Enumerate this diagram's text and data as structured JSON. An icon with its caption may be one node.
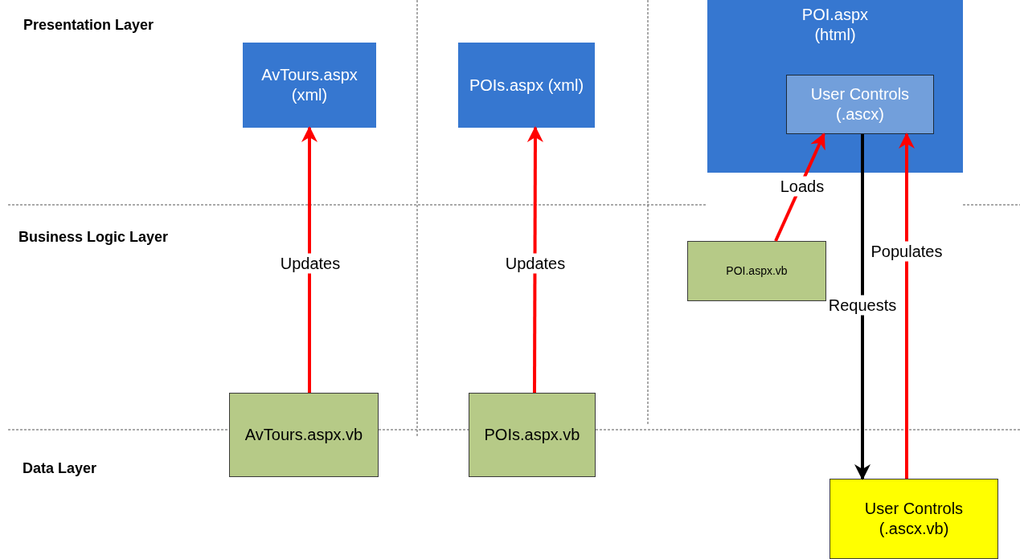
{
  "diagram": {
    "nodes": [
      {
        "text": [
          "AvTours.aspx (xml)"
        ]
      },
      {
        "text": [
          "POIs.aspx (xml)"
        ]
      },
      {
        "text": [
          "POI.aspx (html)"
        ]
      },
      {
        "text": [
          "User Controls (.ascx)"
        ],
        "in": 2
      },
      {
        "text": [
          "POI.aspx.vb"
        ]
      },
      {
        "text": [
          "AvTours.aspx.vb"
        ]
      },
      {
        "text": [
          "POIs.aspx.vb"
        ]
      },
      {
        "text": [
          "User Controls (.ascx.vb)"
        ]
      }
    ],
    "edges": [
      {
        "from": 5,
        "to": 0,
        "arrow": "to",
        "label": "Updates"
      },
      {
        "from": 6,
        "to": 1,
        "arrow": "to",
        "label": "Updates"
      },
      {
        "from": 4,
        "to": 3,
        "arrow": "to",
        "label": "Loads"
      },
      {
        "from": 3,
        "to": 7,
        "arrow": "to",
        "label": "Requests",
        "color": "#000000"
      },
      {
        "from": 7,
        "to": 3,
        "arrow": "to",
        "label": "Populates"
      }
    ],
    "labels": [
      "Presentation Layer",
      "Business Logic Layer",
      "Data Layer"
    ]
  }
}
